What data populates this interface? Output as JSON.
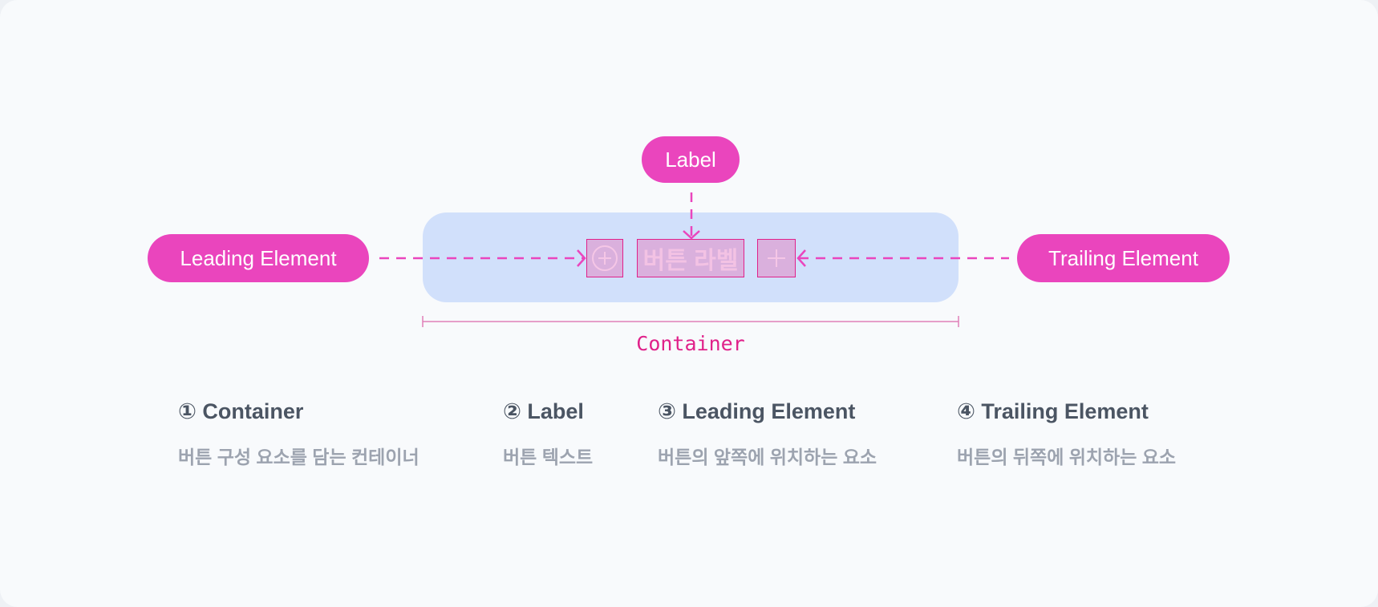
{
  "callouts": {
    "label": "Label",
    "leading": "Leading Element",
    "trailing": "Trailing Element"
  },
  "button": {
    "label_text": "버튼 라벨",
    "leading_icon": "plus-circle-icon",
    "trailing_icon": "plus-icon"
  },
  "container_label": "Container",
  "colors": {
    "accent": "#ea45bd",
    "container": "#d1e0fb",
    "heading": "#4b5563",
    "description": "#9ca3af"
  },
  "legend": [
    {
      "title": "① Container",
      "desc": "버튼 구성 요소를 담는 컨테이너"
    },
    {
      "title": "② Label",
      "desc": "버튼 텍스트"
    },
    {
      "title": "③ Leading Element",
      "desc": "버튼의 앞쪽에 위치하는 요소"
    },
    {
      "title": "④ Trailing Element",
      "desc": "버튼의 뒤쪽에 위치하는 요소"
    }
  ]
}
